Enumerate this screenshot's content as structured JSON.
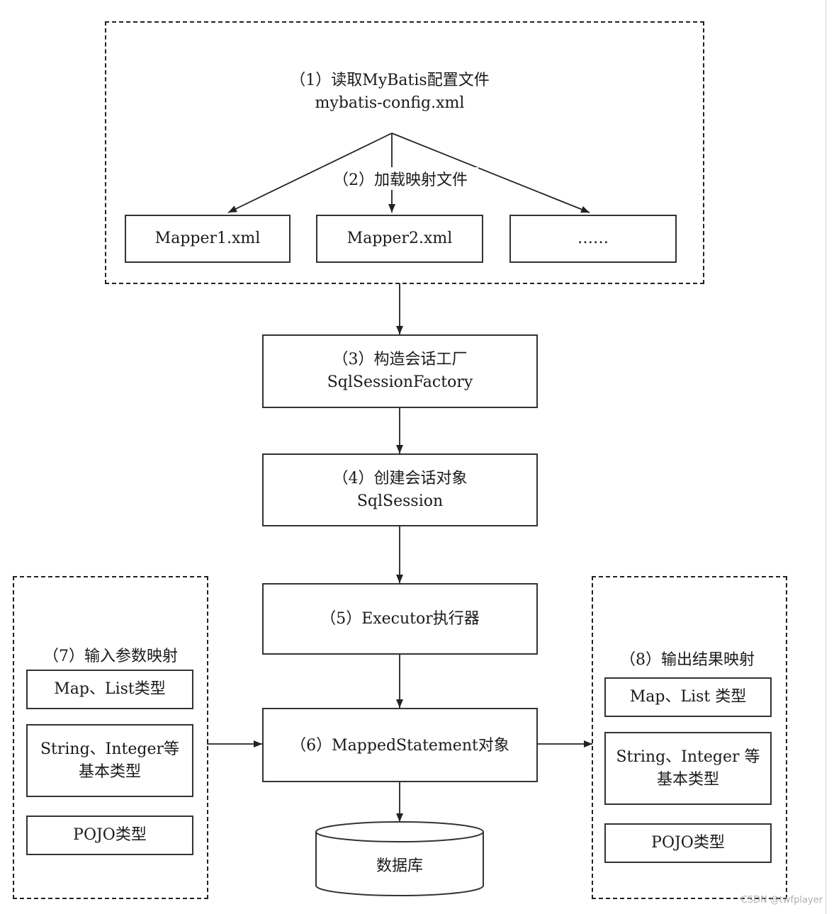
{
  "step1": {
    "line1": "（1）读取MyBatis配置文件",
    "line2": "mybatis-config.xml"
  },
  "step2": {
    "label": "（2）加载映射文件"
  },
  "mappers": [
    "Mapper1.xml",
    "Mapper2.xml",
    "……"
  ],
  "step3": {
    "line1": "（3）构造会话工厂",
    "line2": "SqlSessionFactory"
  },
  "step4": {
    "line1": "（4）创建会话对象",
    "line2": "SqlSession"
  },
  "step5": {
    "label": "（5）Executor执行器"
  },
  "step6": {
    "label": "（6）MappedStatement对象"
  },
  "database": {
    "label": "数据库"
  },
  "step7": {
    "title": "（7）输入参数映射",
    "items": [
      "Map、List类型",
      "String、Integer等",
      "基本类型",
      "POJO类型"
    ]
  },
  "step8": {
    "title": "（8）输出结果映射",
    "items": [
      "Map、List 类型",
      "String、Integer 等",
      "基本类型",
      "POJO类型"
    ]
  },
  "watermark": "CSDN @twfplayer"
}
